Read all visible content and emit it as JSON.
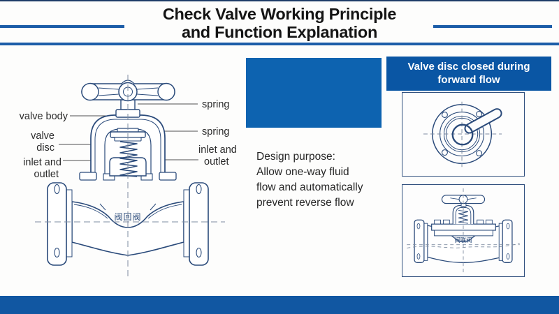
{
  "title": {
    "line1": "Check Valve Working Principle",
    "line2": "and Function Explanation"
  },
  "left_diagram": {
    "labels": {
      "valve_body": "valve body",
      "valve": "valve",
      "disc": "disc",
      "inlet_and_left": "inlet and",
      "outlet_left": "outlet",
      "spring_top": "spring",
      "spring_middle": "spring",
      "inlet_and_right": "inlet and",
      "outlet_right": "outlet"
    },
    "marking": "阀回阀"
  },
  "center_panel": {
    "heading": "Design purpose:",
    "lines": [
      "Allow one-way fluid",
      "flow and automatically",
      "prevent reverse flow"
    ]
  },
  "right_panel": {
    "header_line1": "Valve disc closed during",
    "header_line2": "forward flow",
    "marking": "阀联阀"
  },
  "colors": {
    "accent_blue": "#0d63b0",
    "header_blue": "#0a56a4",
    "bar_blue": "#1157a2",
    "line_blue": "#1c5da8",
    "drawing_navy": "#2a4a7a"
  }
}
